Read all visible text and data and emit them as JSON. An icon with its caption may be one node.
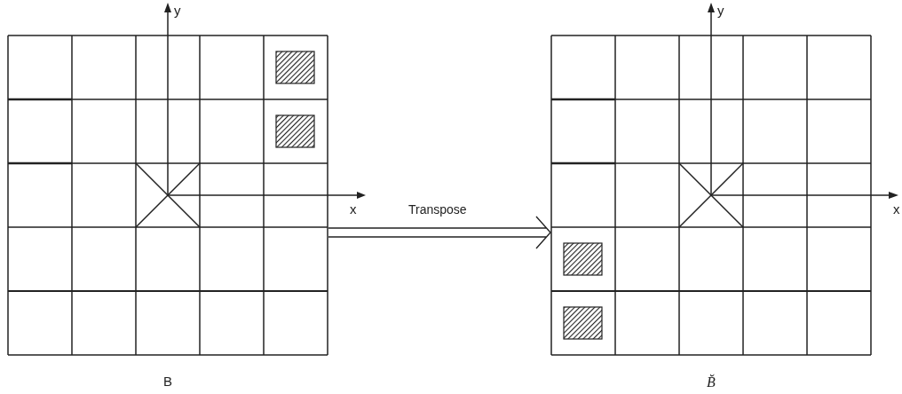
{
  "diagram": {
    "nodes": [
      {
        "text": [],
        "shape": "box",
        "beside": [
          "B"
        ]
      },
      {
        "text": [],
        "shape": "box",
        "beside": [
          "B̆"
        ]
      }
    ],
    "edges": [
      {
        "from": 0,
        "to": 1,
        "arrow": "to",
        "label": "Transpose"
      }
    ],
    "labels": [
      "y",
      "x",
      "y",
      "x"
    ]
  }
}
